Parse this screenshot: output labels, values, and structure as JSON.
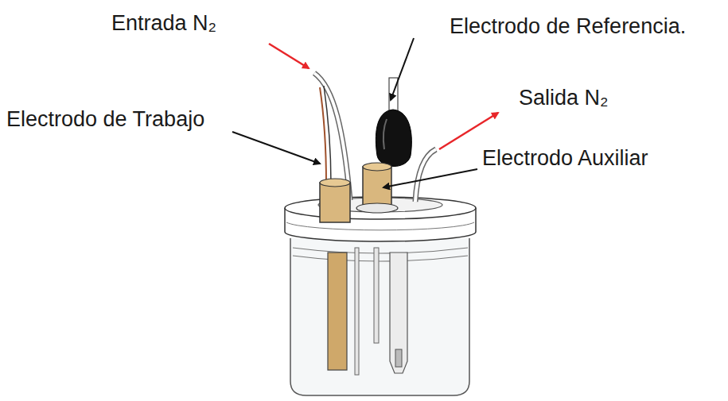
{
  "diagram": {
    "labels": [
      "Entrada N₂",
      "Electrodo de Referencia.",
      "Salida N₂",
      "Electrodo de Trabajo",
      "Electrodo Auxiliar"
    ]
  }
}
